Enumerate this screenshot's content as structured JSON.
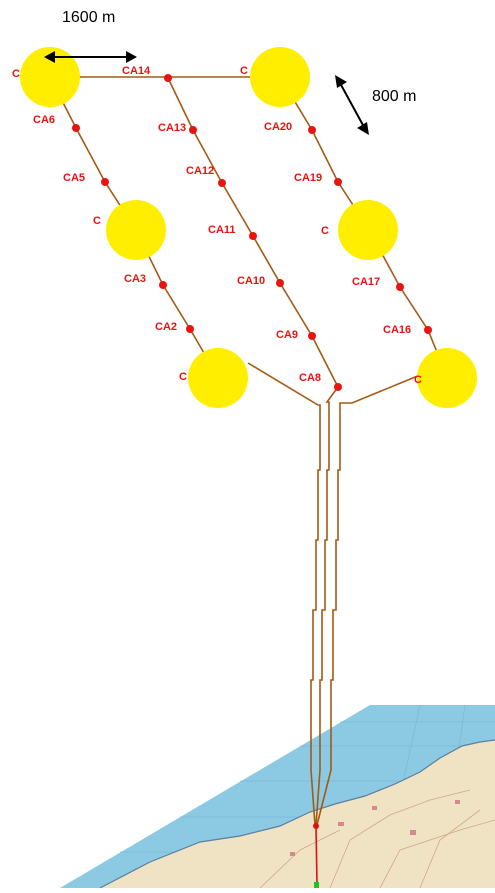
{
  "scale": {
    "horizontal": "1600 m",
    "diagonal": "800 m"
  },
  "stations": [
    {
      "id": "ca14",
      "label": "CA14"
    },
    {
      "id": "ca13",
      "label": "CA13"
    },
    {
      "id": "ca12",
      "label": "CA12"
    },
    {
      "id": "ca11",
      "label": "CA11"
    },
    {
      "id": "ca10",
      "label": "CA10"
    },
    {
      "id": "ca9",
      "label": "CA9"
    },
    {
      "id": "ca8",
      "label": "CA8"
    },
    {
      "id": "ca6",
      "label": "CA6"
    },
    {
      "id": "ca5",
      "label": "CA5"
    },
    {
      "id": "ca3",
      "label": "CA3"
    },
    {
      "id": "ca2",
      "label": "CA2"
    },
    {
      "id": "ca20",
      "label": "CA20"
    },
    {
      "id": "ca19",
      "label": "CA19"
    },
    {
      "id": "ca17",
      "label": "CA17"
    },
    {
      "id": "ca16",
      "label": "CA16"
    }
  ],
  "partial_labels": [
    "C",
    "C",
    "C",
    "C",
    "C",
    "C"
  ],
  "colors": {
    "buoy": "#ffee00",
    "cable": "#a35a14",
    "station": "#e8140f",
    "label": "#e8140f",
    "sea": "#8cc9e2",
    "land": "#efe3c4",
    "landing": "#e01010",
    "landfall": "#18c818"
  }
}
